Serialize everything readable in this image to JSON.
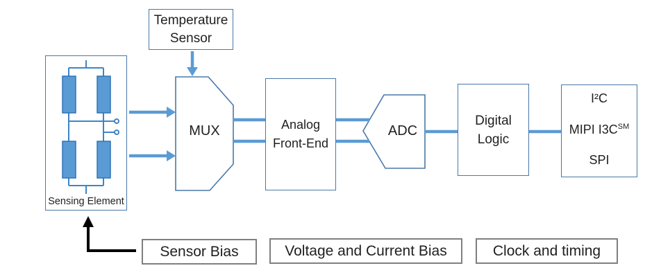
{
  "colors": {
    "connector_blue": "#5b9bd5",
    "box_border_blue": "#4878a8",
    "bridge_blue": "#3d85c8",
    "resistor_fill": "#5b9bd5",
    "resistor_border": "#2e75b6",
    "bottom_box_border": "#7f7f7f",
    "black_arrow": "#000000",
    "text": "#1f1f1f"
  },
  "blocks": {
    "temperature_sensor": {
      "line1": "Temperature",
      "line2": "Sensor"
    },
    "sensing_element": {
      "label": "Sensing Element"
    },
    "mux": {
      "label": "MUX"
    },
    "analog_front_end": {
      "line1": "Analog",
      "line2": "Front-End"
    },
    "adc": {
      "label": "ADC"
    },
    "digital_logic": {
      "line1": "Digital",
      "line2": "Logic"
    },
    "interface": {
      "i2c": "I²C",
      "mipi": "MIPI I3C",
      "mipi_sup": "SM",
      "spi": "SPI"
    }
  },
  "bottom_row": [
    {
      "label": "Sensor Bias"
    },
    {
      "label": "Voltage and Current Bias"
    },
    {
      "label": "Clock and timing"
    }
  ]
}
